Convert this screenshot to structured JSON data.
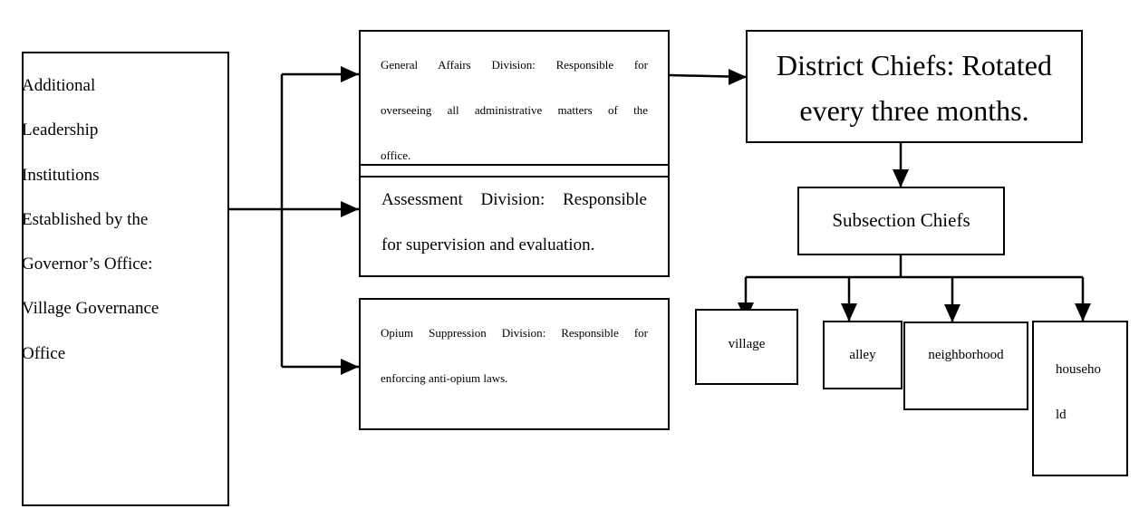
{
  "left_box": {
    "lines": [
      "Additional",
      "Leadership",
      "Institutions",
      "Established by the",
      "Governor’s Office:",
      "Village Governance",
      "Office"
    ]
  },
  "divisions": {
    "general_affairs": {
      "lines": [
        "General Affairs Division: Responsible for",
        "overseeing all administrative matters of the",
        "office."
      ]
    },
    "assessment": {
      "lines": [
        "Assessment Division: Responsible",
        "for supervision and evaluation."
      ]
    },
    "opium_suppression": {
      "lines": [
        "Opium Suppression Division: Responsible for",
        "enforcing anti-opium laws."
      ]
    }
  },
  "district_chiefs": {
    "lines": [
      "District Chiefs: Rotated",
      "every three months."
    ]
  },
  "subsection_chiefs": {
    "label": "Subsection Chiefs"
  },
  "units": {
    "village": "village",
    "alley": "alley",
    "neighborhood": "neighborhood",
    "household_lines": [
      "househo",
      "ld"
    ]
  }
}
